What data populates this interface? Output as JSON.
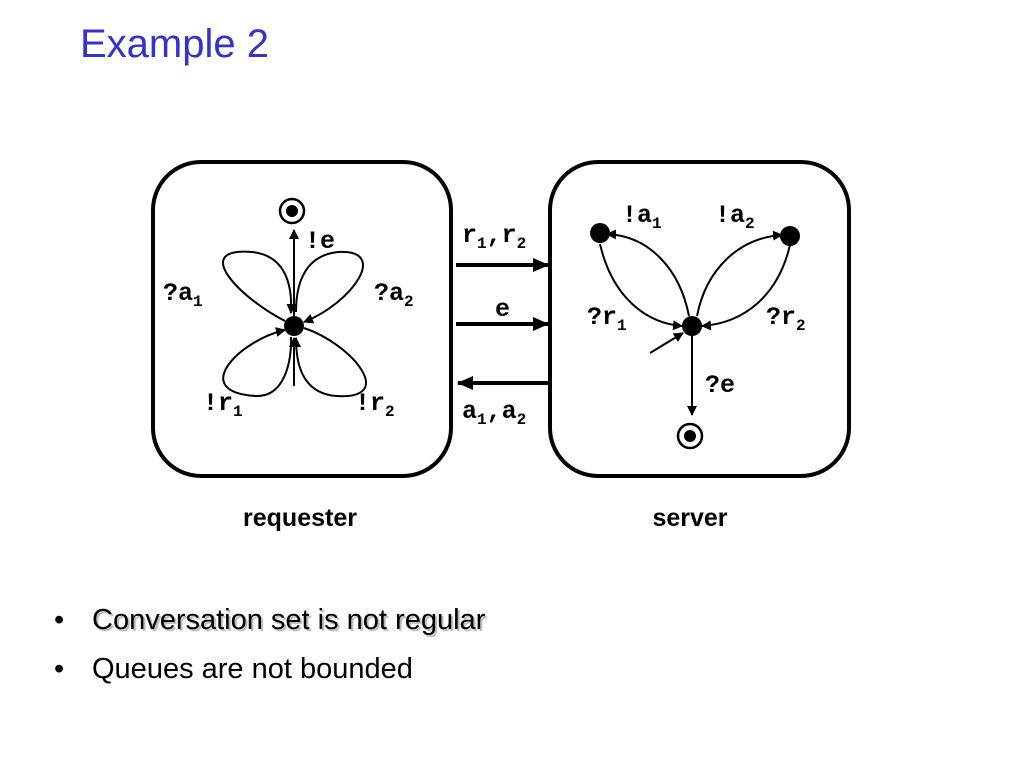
{
  "slide": {
    "title": "Example 2"
  },
  "requester": {
    "caption": "requester",
    "labels": {
      "send_e": {
        "main": "!e"
      },
      "recv_a1": {
        "main": "?a",
        "sub": "1"
      },
      "recv_a2": {
        "main": "?a",
        "sub": "2"
      },
      "send_r1": {
        "main": "!r",
        "sub": "1"
      },
      "send_r2": {
        "main": "!r",
        "sub": "2"
      }
    }
  },
  "server": {
    "caption": "server",
    "labels": {
      "send_a1": {
        "main": "!a",
        "sub": "1"
      },
      "send_a2": {
        "main": "!a",
        "sub": "2"
      },
      "recv_r1": {
        "main": "?r",
        "sub": "1"
      },
      "recv_r2": {
        "main": "?r",
        "sub": "2"
      },
      "recv_e": {
        "main": "?e"
      }
    }
  },
  "channels": {
    "top": {
      "a": "r",
      "a_sub": "1",
      "sep": ",",
      "b": "r",
      "b_sub": "2"
    },
    "middle": {
      "main": "e"
    },
    "bottom": {
      "a": "a",
      "a_sub": "1",
      "sep": ",",
      "b": "a",
      "b_sub": "2"
    }
  },
  "bullets": [
    {
      "dot": "•",
      "text": "Conversation set is not regular"
    },
    {
      "dot": "•",
      "text": "Queues are not bounded"
    }
  ]
}
